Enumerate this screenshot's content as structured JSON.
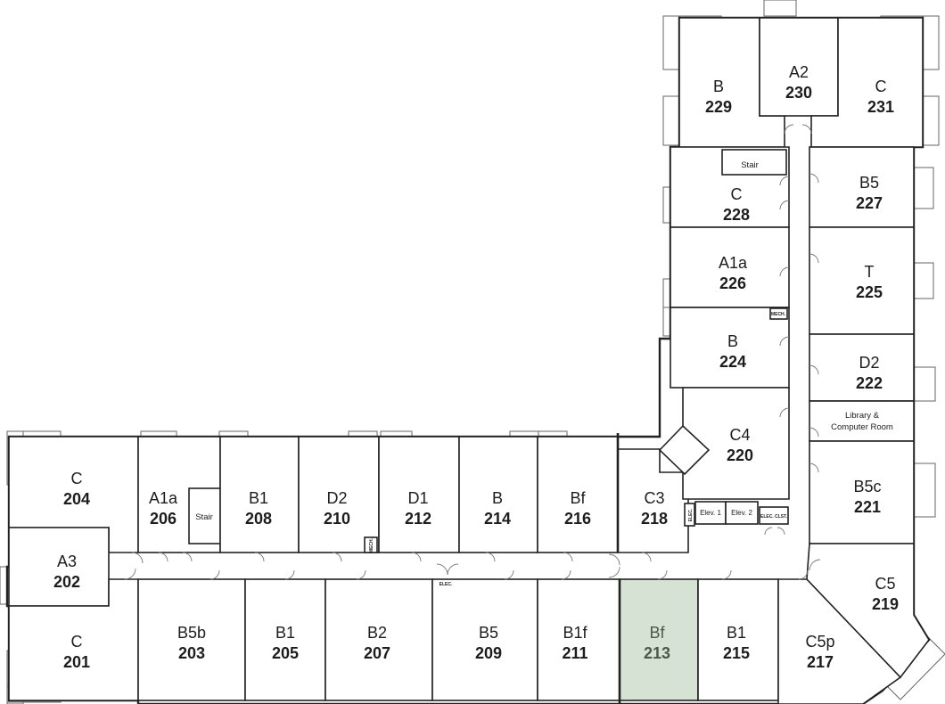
{
  "units": [
    {
      "id": "201",
      "type": "C"
    },
    {
      "id": "202",
      "type": "A3"
    },
    {
      "id": "203",
      "type": "B5b"
    },
    {
      "id": "204",
      "type": "C"
    },
    {
      "id": "205",
      "type": "B1"
    },
    {
      "id": "206",
      "type": "A1a"
    },
    {
      "id": "207",
      "type": "B2"
    },
    {
      "id": "208",
      "type": "B1"
    },
    {
      "id": "209",
      "type": "B5"
    },
    {
      "id": "210",
      "type": "D2"
    },
    {
      "id": "211",
      "type": "B1f"
    },
    {
      "id": "212",
      "type": "D1"
    },
    {
      "id": "213",
      "type": "Bf"
    },
    {
      "id": "214",
      "type": "B"
    },
    {
      "id": "215",
      "type": "B1"
    },
    {
      "id": "216",
      "type": "Bf"
    },
    {
      "id": "217",
      "type": "C5p"
    },
    {
      "id": "218",
      "type": "C3"
    },
    {
      "id": "219",
      "type": "C5"
    },
    {
      "id": "220",
      "type": "C4"
    },
    {
      "id": "221",
      "type": "B5c"
    },
    {
      "id": "222",
      "type": "D2"
    },
    {
      "id": "224",
      "type": "B"
    },
    {
      "id": "225",
      "type": "T"
    },
    {
      "id": "226",
      "type": "A1a"
    },
    {
      "id": "227",
      "type": "B5"
    },
    {
      "id": "228",
      "type": "C"
    },
    {
      "id": "229",
      "type": "B"
    },
    {
      "id": "230",
      "type": "A2"
    },
    {
      "id": "231",
      "type": "C"
    }
  ],
  "highlighted_unit": "213",
  "common_areas": {
    "stair_north": "Stair",
    "stair_west": "Stair",
    "library_line1": "Library &",
    "library_line2": "Computer Room",
    "elev1": "Elev. 1",
    "elev2": "Elev. 2",
    "elec_clst": "ELEC. CLST.",
    "mech_east": "MECH.",
    "mech_west": "MECH.",
    "elec_corridor": "ELEC.",
    "elec_218": "ELEC."
  },
  "colors": {
    "highlight": "#d5e2d4",
    "wall": "#222222",
    "background": "#ffffff"
  }
}
